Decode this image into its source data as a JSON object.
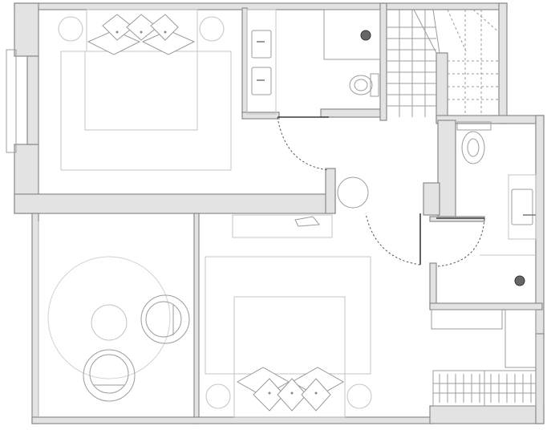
{
  "plan": {
    "type": "architectural floor plan",
    "rooms": [
      "bedroom-1",
      "bathroom-1",
      "stairwell",
      "hallway",
      "bathroom-2",
      "living-room",
      "bedroom-2"
    ],
    "colors": {
      "background": "#ffffff",
      "wall_fill": "#e3e3e3",
      "wall_stroke": "#8a8a8a",
      "furniture_line": "#c4c4c4",
      "door_leaf": "#3a3a3a",
      "fixture_drain": "#666666"
    },
    "icons": [
      "bed-icon",
      "pillow-icon",
      "nightstand-lamp-icon",
      "sink-icon",
      "toilet-icon",
      "shower-drain-icon",
      "round-table-icon",
      "armchair-icon",
      "radiator-icon",
      "staircase-icon",
      "door-swing-icon"
    ]
  }
}
